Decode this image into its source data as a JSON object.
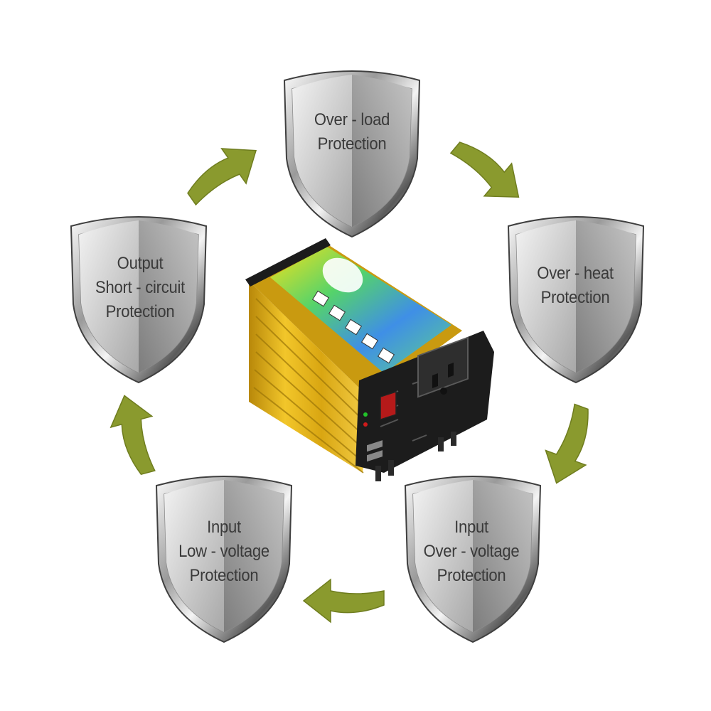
{
  "diagram": {
    "nodes": [
      {
        "id": "overload",
        "lines": [
          "Over - load",
          "Protection"
        ]
      },
      {
        "id": "overheat",
        "lines": [
          "Over - heat",
          "Protection"
        ]
      },
      {
        "id": "input-overvoltage",
        "lines": [
          "Input",
          "Over - voltage",
          "Protection"
        ]
      },
      {
        "id": "input-lowvoltage",
        "lines": [
          "Input",
          "Low - voltage",
          "Protection"
        ]
      },
      {
        "id": "output-shortcircuit",
        "lines": [
          "Output",
          "Short - circuit",
          "Protection"
        ]
      }
    ],
    "cycle": [
      "overload",
      "overheat",
      "input-overvoltage",
      "input-lowvoltage",
      "output-shortcircuit",
      "overload"
    ],
    "center": "power-inverter-image"
  },
  "colors": {
    "arrow": "#8a9a2e",
    "arrow_dark": "#6f7d1f",
    "shield_rim_light": "#f2f2f2",
    "shield_rim_dark": "#4a4a4a",
    "shield_face_light": "#e6e6e6",
    "shield_face_dark": "#8e8e8e",
    "inverter_yellow": "#e8b81a",
    "inverter_black": "#1c1c1c"
  }
}
